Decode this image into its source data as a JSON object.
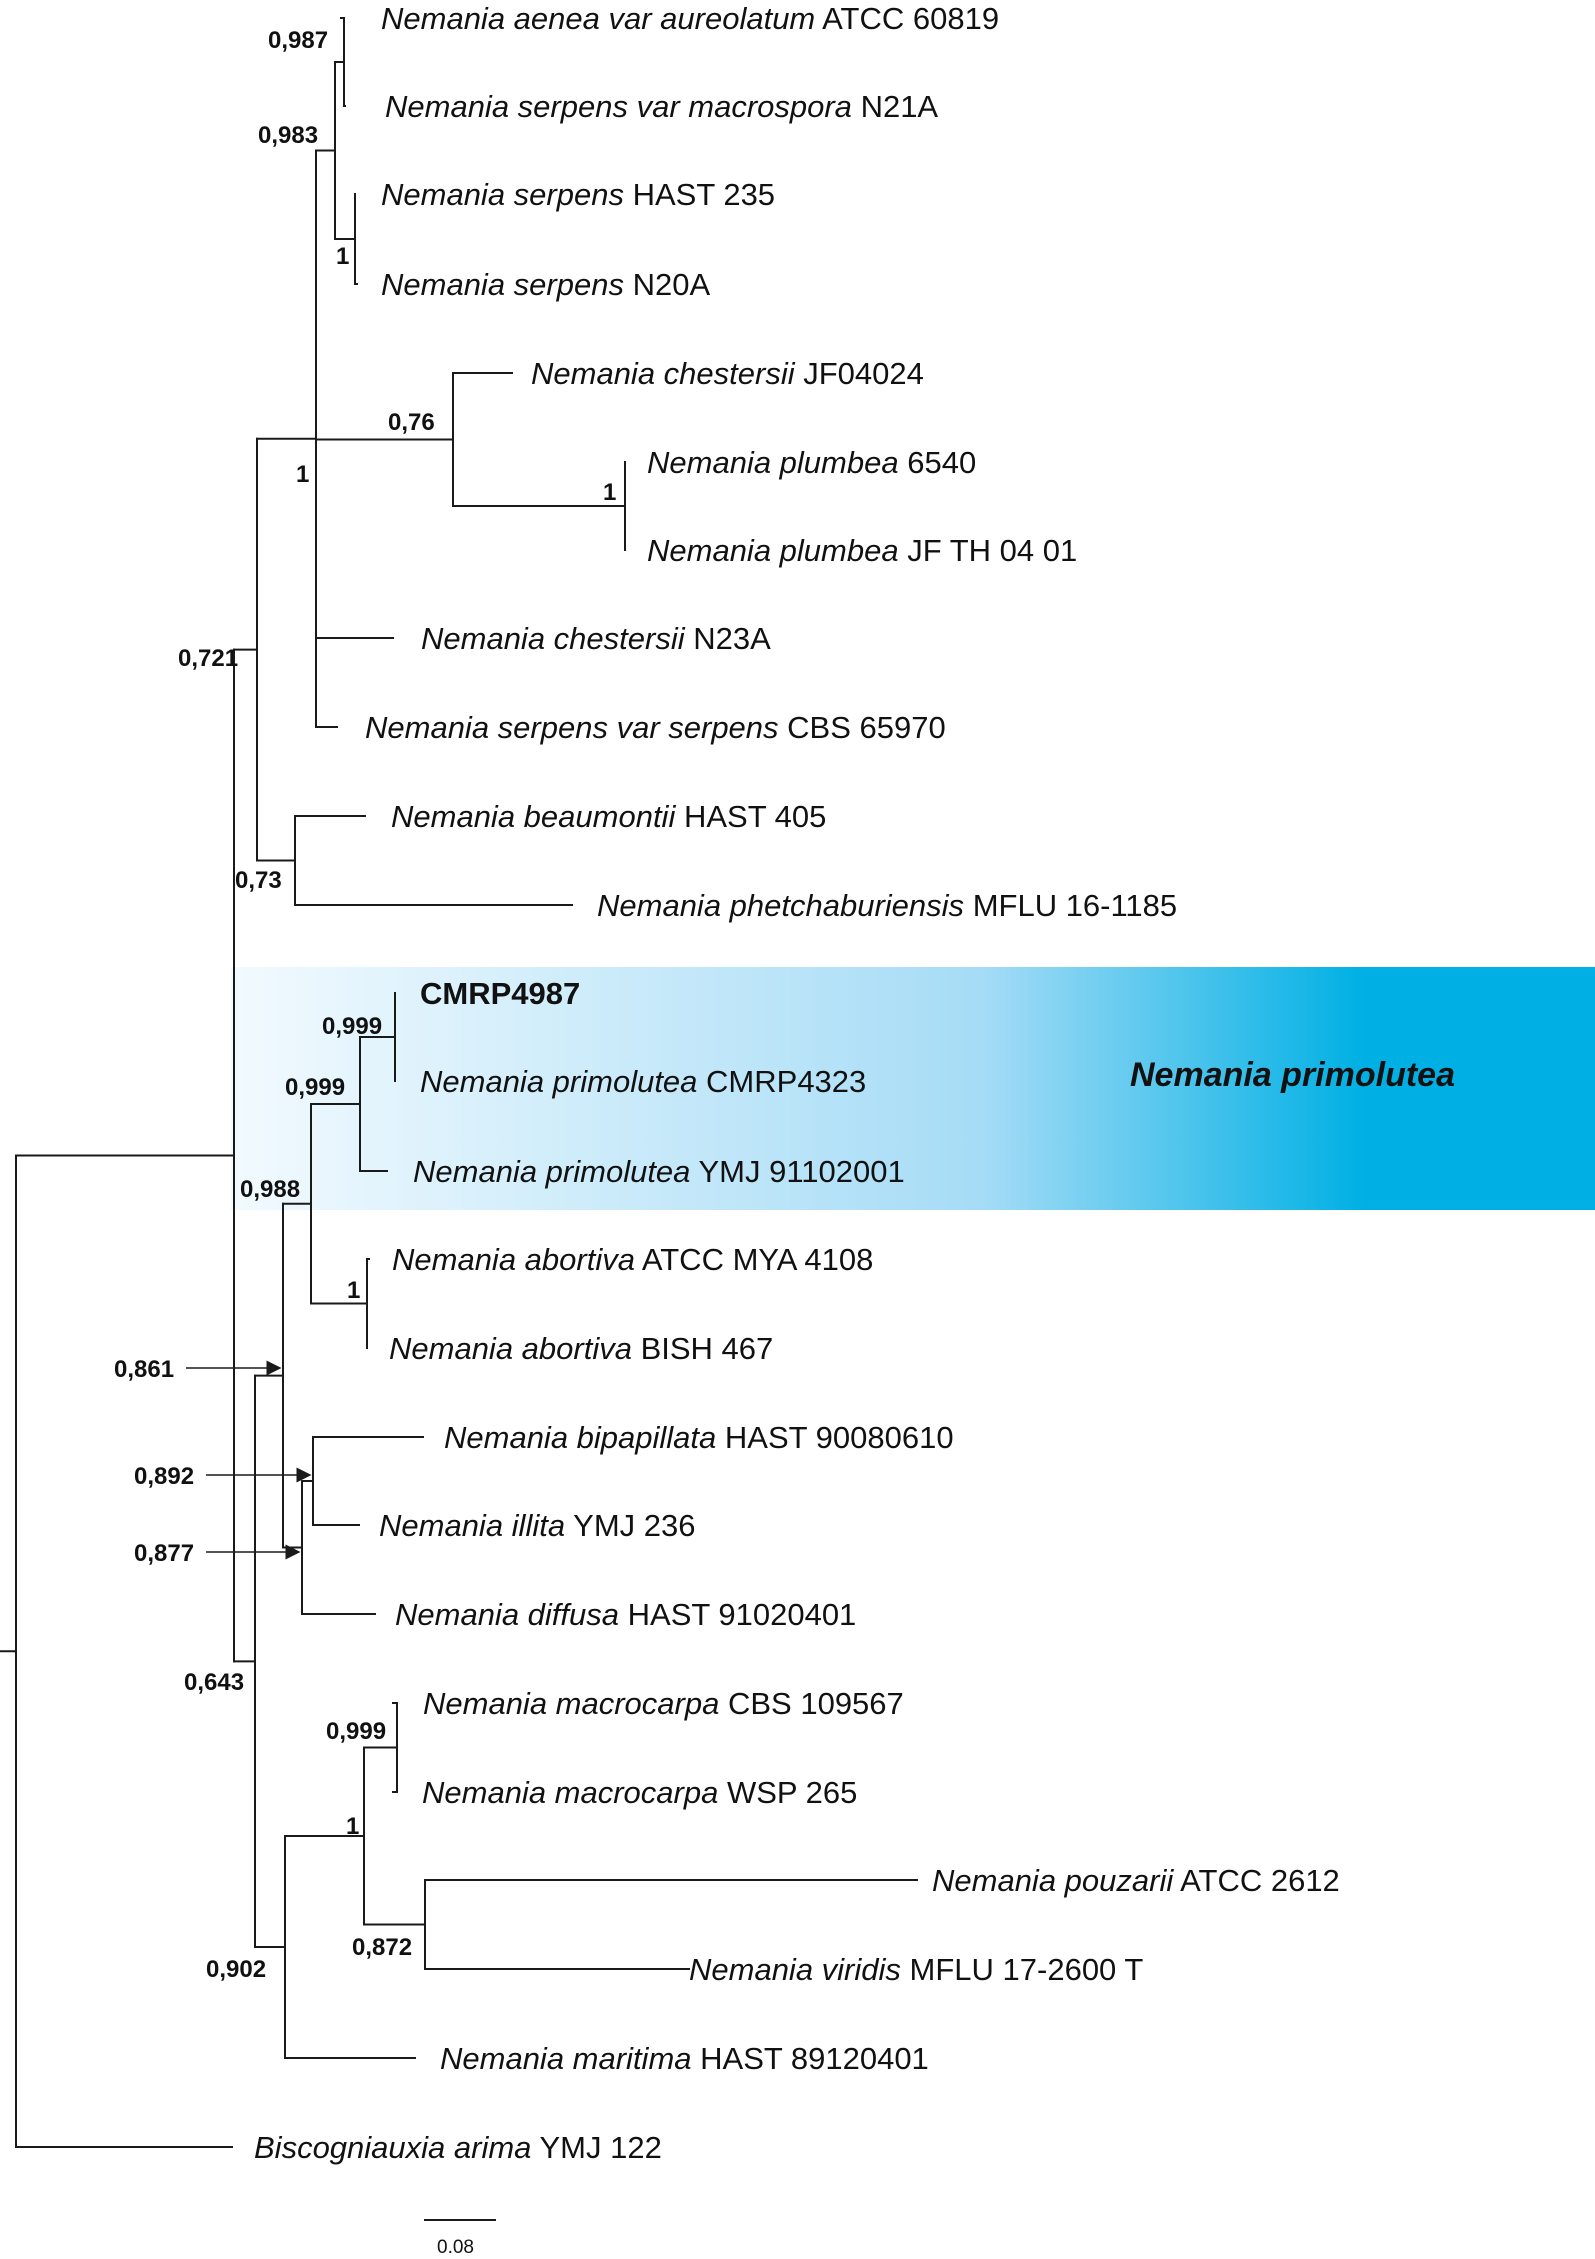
{
  "taxa": [
    {
      "id": "aenea",
      "species": "Nemania aenea var aureolatum",
      "strain": "ATCC 60819"
    },
    {
      "id": "serpmac",
      "species": "Nemania serpens var macrospora",
      "strain": "N21A"
    },
    {
      "id": "serpH235",
      "species": "Nemania serpens",
      "strain": "HAST 235"
    },
    {
      "id": "serpN20A",
      "species": "Nemania serpens",
      "strain": "N20A"
    },
    {
      "id": "chestJF",
      "species": "Nemania chestersii",
      "strain": "JF04024"
    },
    {
      "id": "plum6540",
      "species": "Nemania plumbea",
      "strain": "6540"
    },
    {
      "id": "plumJF",
      "species": "Nemania plumbea",
      "strain": "JF TH 04 01"
    },
    {
      "id": "chestN23A",
      "species": "Nemania chestersii",
      "strain": "N23A"
    },
    {
      "id": "serpserp",
      "species": "Nemania serpens var serpens",
      "strain": "CBS 65970"
    },
    {
      "id": "beau",
      "species": "Nemania beaumontii",
      "strain": "HAST 405"
    },
    {
      "id": "phet",
      "species": "Nemania phetchaburiensis",
      "strain": "MFLU 16-1185"
    },
    {
      "id": "cmrp4987",
      "species": "",
      "strain": "CMRP4987",
      "bold": true
    },
    {
      "id": "primC",
      "species": "Nemania primolutea",
      "strain": "CMRP4323"
    },
    {
      "id": "primY",
      "species": "Nemania primolutea",
      "strain": "YMJ 91102001"
    },
    {
      "id": "abATCC",
      "species": "Nemania abortiva",
      "strain": "ATCC MYA 4108"
    },
    {
      "id": "abBISH",
      "species": "Nemania abortiva",
      "strain": "BISH 467"
    },
    {
      "id": "bip",
      "species": "Nemania bipapillata",
      "strain": "HAST 90080610"
    },
    {
      "id": "ill",
      "species": "Nemania illita",
      "strain": "YMJ 236"
    },
    {
      "id": "dif",
      "species": "Nemania diffusa",
      "strain": "HAST 91020401"
    },
    {
      "id": "macCBS",
      "species": "Nemania macrocarpa",
      "strain": "CBS 109567"
    },
    {
      "id": "macWSP",
      "species": "Nemania macrocarpa",
      "strain": "WSP 265"
    },
    {
      "id": "pou",
      "species": "Nemania pouzarii",
      "strain": "ATCC 2612"
    },
    {
      "id": "vir",
      "species": "Nemania viridis",
      "strain": "MFLU 17-2600 T"
    },
    {
      "id": "mar",
      "species": "Nemania maritima",
      "strain": "HAST 89120401"
    },
    {
      "id": "bisc",
      "species": "Biscogniauxia arima",
      "strain": "YMJ 122"
    }
  ],
  "support": {
    "n_aenea_group": "0,987",
    "n_serpens_group": "0,983",
    "n_serpens_pair": "1",
    "n_chest_plumbea": "0,76",
    "n_plumbea_pair": "1",
    "n_upper_main": "1",
    "n_upper_clade": "0,721",
    "n_beau_phet": "0,73",
    "n_cmrp_pair": "0,999",
    "n_primolutea": "0,999",
    "n_prim_abortiva": "0,988",
    "n_abortiva_pair": "1",
    "n_middle": "0,861",
    "n_bip_ill": "0,892",
    "n_bip_ill_dif": "0,877",
    "n_lower_main": "0,643",
    "n_macrocarpa_pair": "0,999",
    "n_mac_pou_vir": "1",
    "n_pou_vir": "0,872",
    "n_lower_clade": "0,902"
  },
  "highlight": {
    "label": "Nemania primolutea",
    "color_light": "#f2fafe",
    "color_dark": "#00b0e4"
  },
  "scale_bar": {
    "label": "0.08",
    "length": 0.08
  }
}
